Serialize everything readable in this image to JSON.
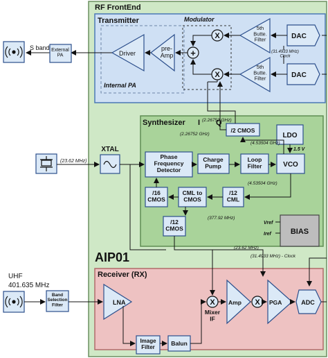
{
  "chip": {
    "frontend_title": "RF FrontEnd",
    "chip_name": "AIP01",
    "transmitter_title": "Transmitter",
    "modulator_label": "Modulator",
    "internal_pa_label": "Internal PA",
    "synth_title": "Synthesizer",
    "synth_i": "I",
    "synth_q": "Q",
    "receiver_title": "Receiver (RX)"
  },
  "external": {
    "sband_label": "S band",
    "ext_pa_label": "External\nPA",
    "uhf_label": "UHF",
    "uhf_freq": "401.635 MHz",
    "band_filter_label": "Band\nSelection\nFilter",
    "xtal_freq": "(23.62 MHz)"
  },
  "tx": {
    "driver": "Driver",
    "preamp": "pre-\nAmp",
    "filter_top": "5th\nButte.\nFilter",
    "filter_bottom": "5th\nButte.\nFilter",
    "dac_top": "DAC",
    "dac_bottom": "DAC",
    "clock_note": "(31.4933 MHz)\nClock"
  },
  "synth": {
    "xtal": "XTAL",
    "pfd": "Phase\nFrequency\nDetector",
    "charge_pump": "Charge\nPump",
    "loop_filter": "Loop\nFilter",
    "vco": "VCO",
    "ldo": "LDO",
    "ldo_voltage": "1.5 V",
    "div2": "/2 CMOS",
    "div16": "/16\nCMOS",
    "cml_to_cmos": "CML to\nCMOS",
    "div12_cml": "/12\nCML",
    "div12_cmos": "/12\nCMOS",
    "freq_2267_top": "(2.26752 GHz)",
    "freq_2267_left": "(2.26752 GHz)",
    "freq_4535_top": "(4.53504 GHz)",
    "freq_4535_mid": "(4.53504 GHz)",
    "freq_377": "(377.92 MHz)"
  },
  "bias": {
    "label": "BIAS",
    "vref": "Vref",
    "iref": "Iref"
  },
  "rx": {
    "lna": "LNA",
    "mixer_label": "Mixer\nIF",
    "amp": "Amp",
    "pga": "PGA",
    "adc": "ADC",
    "image_filter": "Image\nFilter",
    "balun": "Balun",
    "freq_2362": "(23.62 MHz)",
    "clock_note": "(31.4933 MHz) - Clock"
  },
  "colors": {
    "frontend_bg": "#cfe8c6",
    "frontend_border": "#6b8f60",
    "tx_bg": "#cfe0f4",
    "tx_border": "#4a78b5",
    "synth_bg": "#a9d39a",
    "rx_bg": "#eec2c2",
    "rx_border": "#b06a6a",
    "block_bg": "#dbe9f7",
    "block_border": "#2c4f8c",
    "bias_bg": "#bdbdbd"
  }
}
